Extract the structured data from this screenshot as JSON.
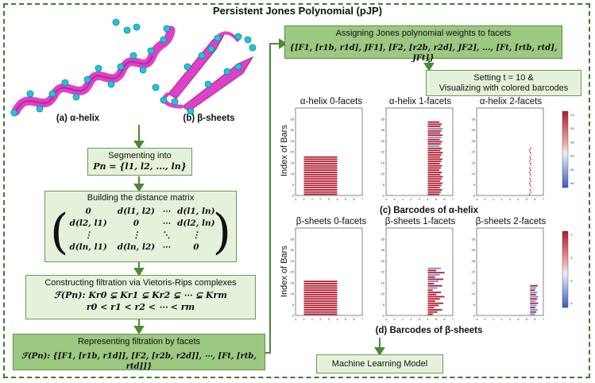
{
  "title": "Persistent Jones Polynomial (pJP)",
  "captions": {
    "alpha": "(a) α-helix",
    "beta": "(b) β-sheets",
    "alpha_barcodes": "(c) Barcodes of α-helix",
    "beta_barcodes": "(d) Barcodes of β-sheets"
  },
  "boxes": {
    "segmenting": {
      "line1": "Segmenting into",
      "line2": "Pn = {l1, l2, ..., ln}"
    },
    "distance": {
      "title": "Building the distance matrix",
      "rows": [
        [
          "0",
          "d(l1, l2)",
          "⋯",
          "d(l1, ln)"
        ],
        [
          "d(l2, l1)",
          "0",
          "⋯",
          "d(l2, ln)"
        ],
        [
          "⋮",
          "⋮",
          "⋱",
          "⋮"
        ],
        [
          "d(ln, l1)",
          "d(ln, l2)",
          "⋯",
          "0"
        ]
      ]
    },
    "filtration": {
      "title": "Constructing filtration via Vietoris-Rips complexes",
      "line2": "ℱ(Pn):  Kr0 ⊊ Kr1 ⊊ Kr2 ⊊ ⋯ ⊊ Krm",
      "line3": "r0 < r1 < r2 < ⋯ < rm"
    },
    "facets": {
      "title": "Representing filtration by facets",
      "line2": "ℱ(Pn): {[F1, [r1b, r1d]], [F2, [r2b, r2d]], ⋯, [Ft, [rtb, rtd]]}"
    },
    "jones": {
      "title": "Assigning Jones polynomial weights to facets",
      "line2": "{[F1, [r1b, r1d], JF1], [F2, [r2b, r2d], JF2], ..., [Ft, [rtb, rtd], JFt]}"
    },
    "setting": {
      "line1": "Setting t = 10 &",
      "line2": "Visualizing with colored barcodes"
    },
    "ml": "Machine Learning Model"
  },
  "ylabel": "Index of Bars",
  "panels": {
    "alpha": [
      "α-helix 0-facets",
      "α-helix 1-facets",
      "α-helix 2-facets"
    ],
    "beta": [
      "β-sheets 0-facets",
      "β-sheets 1-facets",
      "β-sheets 2-facets"
    ]
  },
  "colors": {
    "green_box": "#9cc881",
    "light_box": "#e6f1dc",
    "border": "#3e7d2f",
    "helix": "#e040c8",
    "atom": "#22c5d8",
    "bar_red": "#b0192d",
    "bar_blue": "#6d8fd6"
  },
  "chart_data": [
    {
      "type": "bar",
      "title": "α-helix 0-facets",
      "ylabel": "Index of Bars",
      "xlim": [
        -1,
        7
      ],
      "ylim": [
        0,
        40
      ],
      "bars": {
        "count": 18,
        "start": 0,
        "end": 4
      }
    },
    {
      "type": "bar",
      "title": "α-helix 1-facets",
      "xlim": [
        -1,
        7
      ],
      "ylim": [
        0,
        40
      ],
      "bars": {
        "count": 34,
        "start": 4,
        "end_range": [
          5.4,
          5.8
        ]
      }
    },
    {
      "type": "bar",
      "title": "α-helix 2-facets",
      "xlim": [
        -1,
        7
      ],
      "ylim": [
        0,
        40
      ],
      "bars": {
        "count": 22,
        "start": 5.3,
        "end": 5.5
      },
      "colorbar": {
        "ticks": [
          "-10",
          "-20",
          "-30",
          "-40",
          "-50",
          "-60"
        ]
      }
    },
    {
      "type": "bar",
      "title": "β-sheets 0-facets",
      "ylabel": "Index of Bars",
      "xlim": [
        -1,
        7
      ],
      "ylim": [
        0,
        40
      ],
      "bars": {
        "count": 16,
        "start": 0,
        "end": 4
      }
    },
    {
      "type": "bar",
      "title": "β-sheets 1-facets",
      "xlim": [
        -1,
        7
      ],
      "ylim": [
        0,
        40
      ],
      "bars": {
        "count": 22,
        "start": 4,
        "end_range": [
          4.6,
          6
        ]
      }
    },
    {
      "type": "bar",
      "title": "β-sheets 2-facets",
      "xlim": [
        -1,
        7
      ],
      "ylim": [
        0,
        40
      ],
      "bars": {
        "count": 14,
        "start": 5.4,
        "end_range": [
          6,
          6.4
        ]
      },
      "colorbar": {
        "ticks": [
          "-1",
          "-2",
          "-3",
          "-4"
        ]
      }
    }
  ],
  "axis_ticks": {
    "x": [
      "-1",
      "0",
      "1",
      "2",
      "3",
      "4",
      "5",
      "6",
      "7"
    ],
    "y": [
      "0",
      "5",
      "10",
      "15",
      "20",
      "25",
      "30",
      "35"
    ]
  }
}
